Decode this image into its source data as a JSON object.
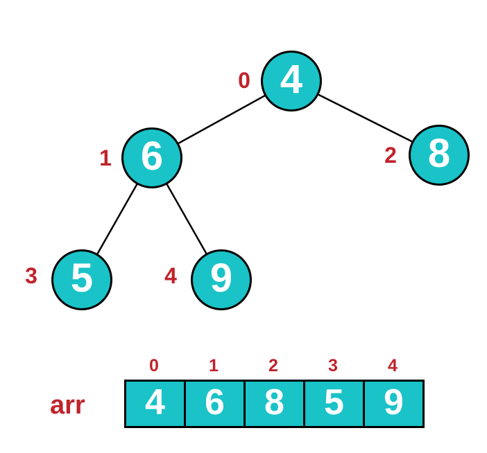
{
  "colors": {
    "node_fill": "#19c3c8",
    "node_border": "#000000",
    "node_text": "#ffffff",
    "index_text": "#c0232b",
    "edge": "#000000",
    "background": "#ffffff"
  },
  "tree": {
    "nodes": [
      {
        "value": "4",
        "index": "0"
      },
      {
        "value": "6",
        "index": "1"
      },
      {
        "value": "8",
        "index": "2"
      },
      {
        "value": "5",
        "index": "3"
      },
      {
        "value": "9",
        "index": "4"
      }
    ],
    "edges": [
      [
        0,
        1
      ],
      [
        0,
        2
      ],
      [
        1,
        3
      ],
      [
        1,
        4
      ]
    ]
  },
  "array": {
    "label": "arr",
    "indices": [
      "0",
      "1",
      "2",
      "3",
      "4"
    ],
    "cells": [
      "4",
      "6",
      "8",
      "5",
      "9"
    ]
  }
}
